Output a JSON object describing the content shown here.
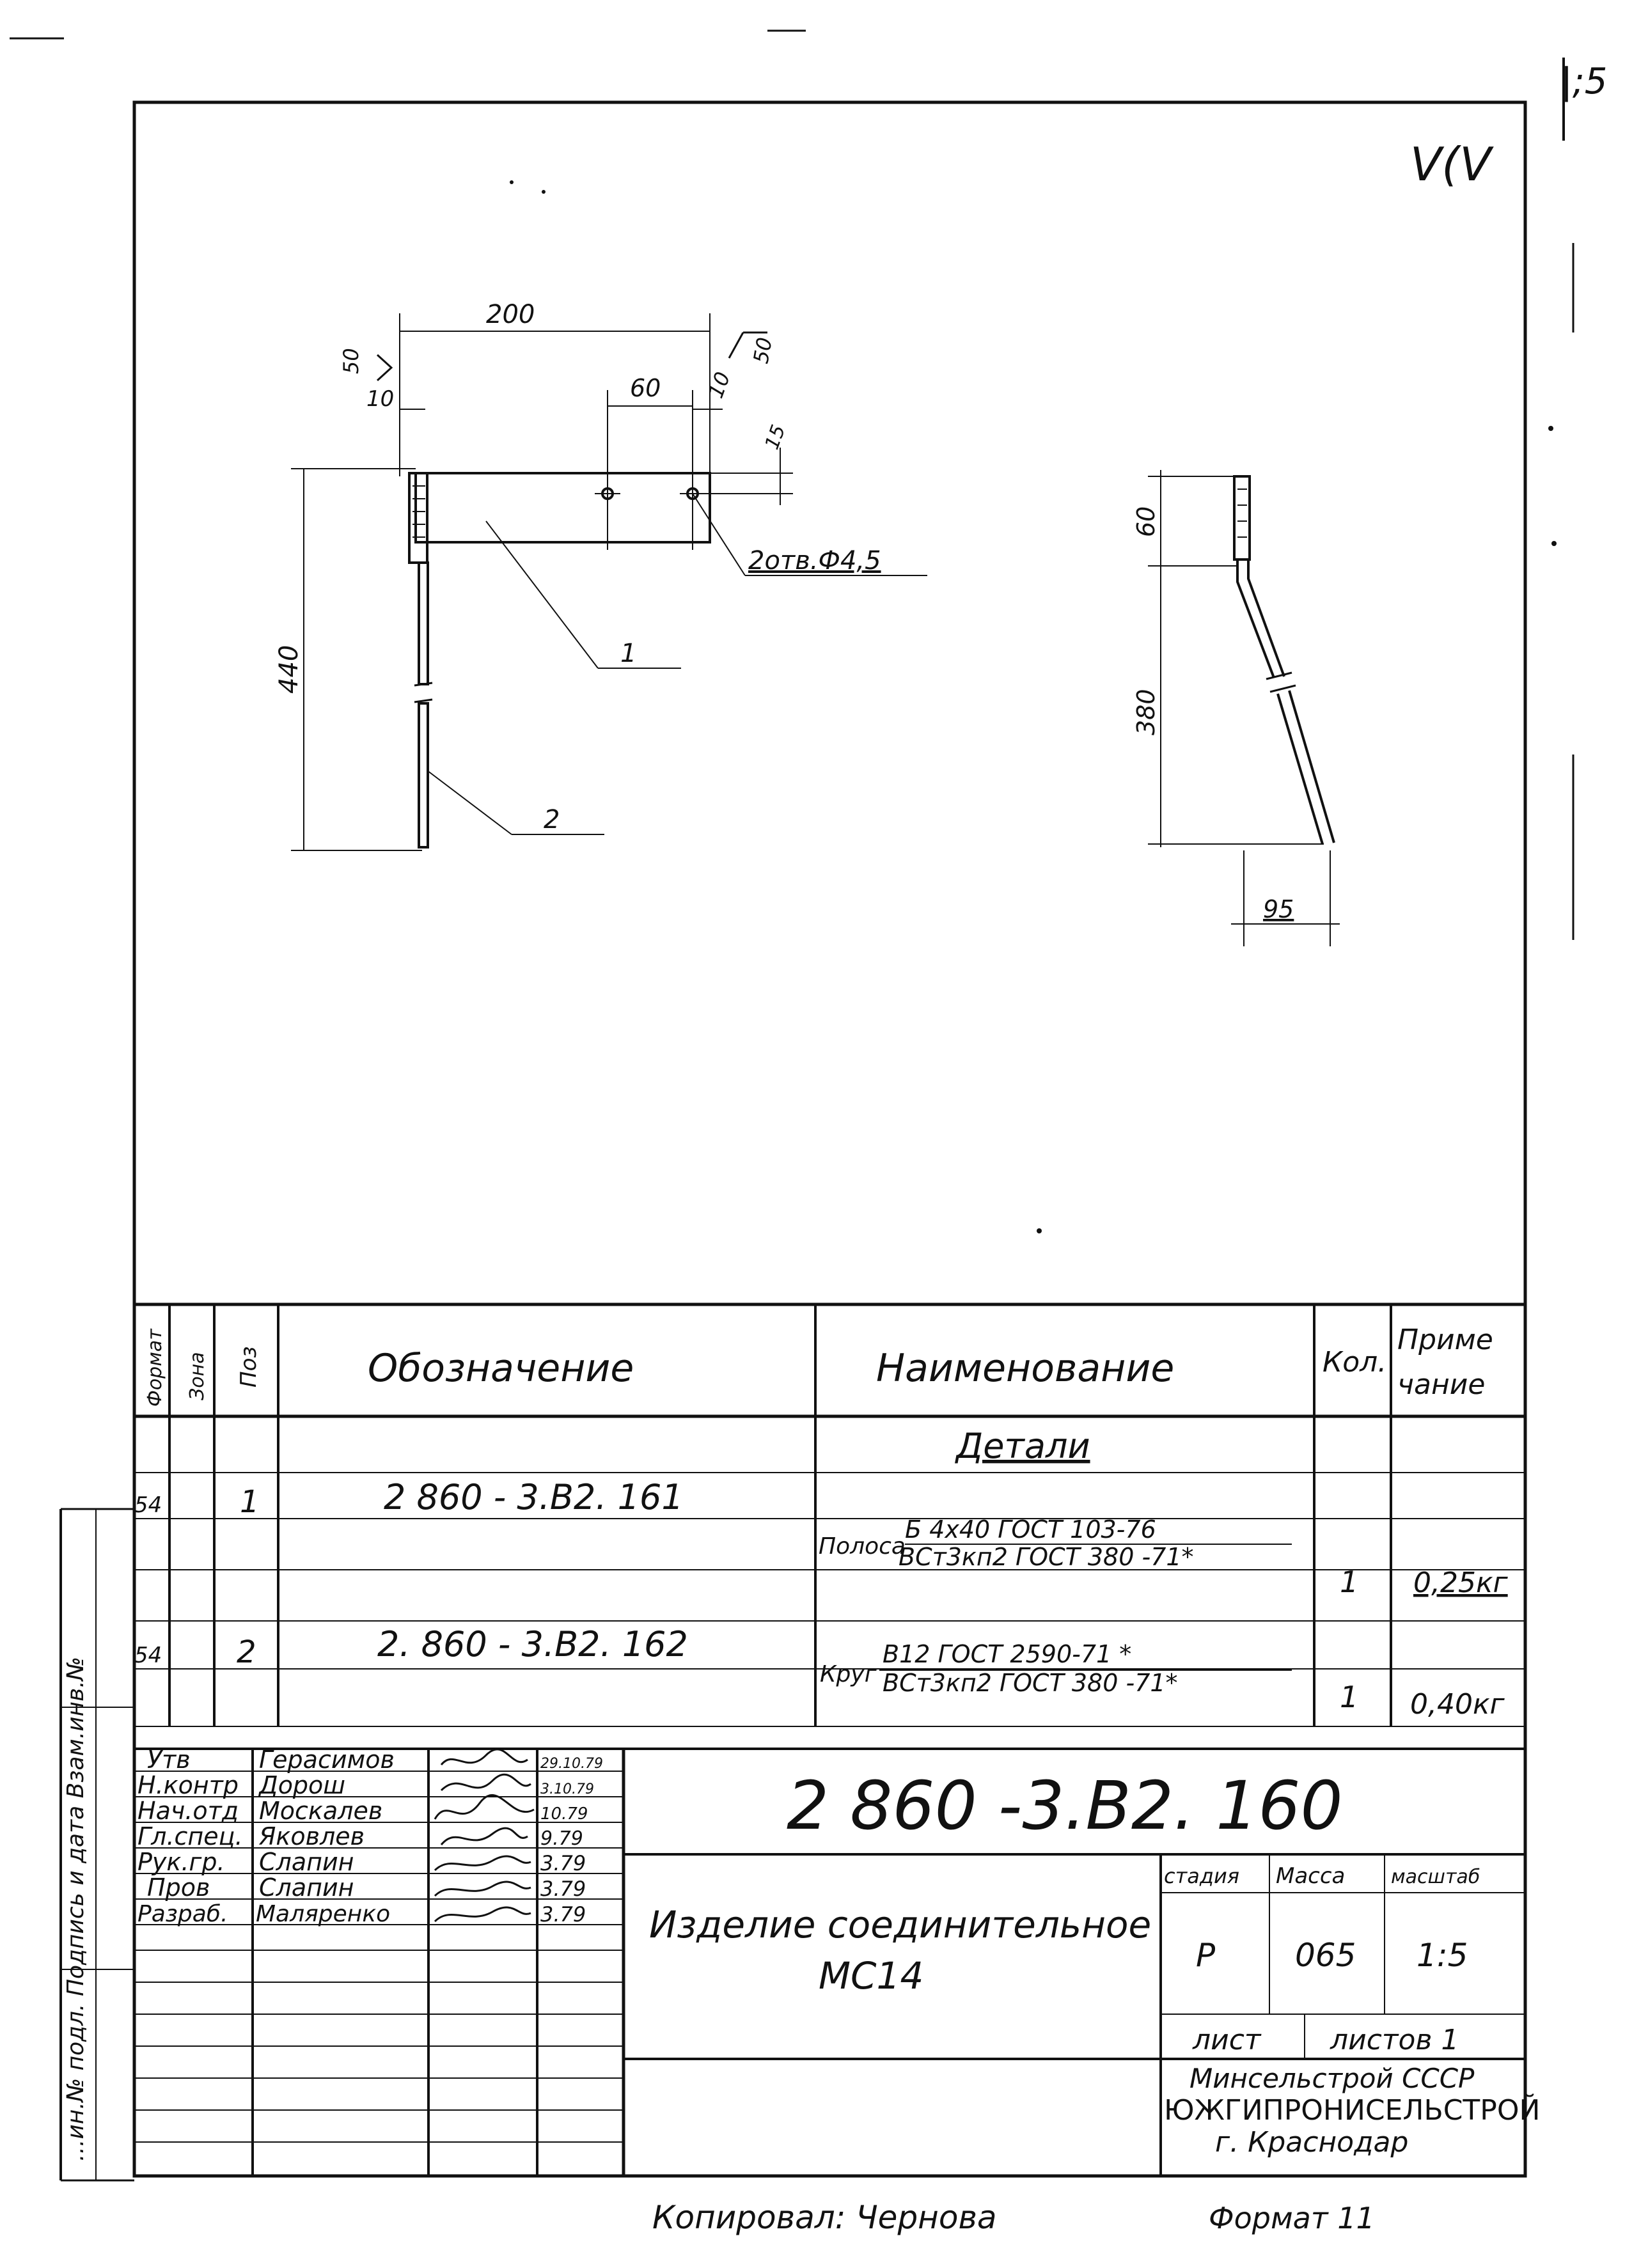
{
  "corner": {
    "top_right": "V(V",
    "top_fragment": "|;5"
  },
  "drawing": {
    "front_view": {
      "dims": {
        "overall_width": "200",
        "weld_left": "50",
        "edge_left": "10",
        "hole_spacing": "60",
        "edge_right": "10",
        "weld_right": "50",
        "hole_offset": "15",
        "height": "440"
      },
      "hole_note": "2отв.Ф4,5",
      "callouts": [
        "1",
        "2"
      ]
    },
    "side_view": {
      "dims": {
        "top": "60",
        "rod": "380",
        "offset": "95"
      }
    }
  },
  "spec_table": {
    "headers": {
      "format": "Формат",
      "zone": "Зона",
      "pos": "Поз",
      "designation": "Обозначение",
      "name": "Наименование",
      "qty": "Кол.",
      "note_line1": "Приме",
      "note_line2": "чание"
    },
    "section_title": "Детали",
    "rows": [
      {
        "format": "54",
        "pos": "1",
        "designation": "2 860 - 3.В2. 161",
        "name_prefix": "Полоса",
        "name_top": "Б 4х40  ГОСТ 103-76",
        "name_bottom": "ВСт3кп2 ГОСТ 380 -71*",
        "qty": "1",
        "note": "0,25кг"
      },
      {
        "format": "54",
        "pos": "2",
        "designation": "2. 860 - 3.В2. 162",
        "name_prefix": "Круг",
        "name_top": "В12 ГОСТ 2590-71 *",
        "name_bottom": "ВСт3кп2 ГОСТ 380 -71*",
        "qty": "1",
        "note": "0,40кг"
      }
    ]
  },
  "title_block": {
    "signers": [
      {
        "role": "Утв",
        "name": "Герасимов",
        "date": "29.10.79"
      },
      {
        "role": "Н.контр",
        "name": "Дорош",
        "date": "3.10.79"
      },
      {
        "role": "Нач.отд",
        "name": "Москалев",
        "date": "10.79"
      },
      {
        "role": "Гл.спец.",
        "name": "Яковлев",
        "date": "9.79"
      },
      {
        "role": "Рук.гр.",
        "name": "Слапин",
        "date": "3.79"
      },
      {
        "role": "Пров",
        "name": "Слапин",
        "date": "3.79"
      },
      {
        "role": "Разраб.",
        "name": "Маляренко",
        "date": "3.79"
      }
    ],
    "doc_number": "2 860 -3.В2. 160",
    "product_name_line1": "Изделие соединительное",
    "product_name_line2": "МС14",
    "stage_label": "стадия",
    "mass_label": "Масса",
    "scale_label": "масштаб",
    "stage": "Р",
    "mass": "065",
    "scale": "1:5",
    "sheet_label": "лист",
    "sheets_label": "листов 1",
    "org_line1": "Минсельстрой СССР",
    "org_line2": "ЮЖГИПРОНИСЕЛЬСТРОЙ",
    "org_line3": "г. Краснодар"
  },
  "side_strip": "...ин.№ подл. Подпись и дата Взам.инв.№",
  "footer": {
    "copied_by": "Копировал: Чернова",
    "format": "Формат 11"
  }
}
